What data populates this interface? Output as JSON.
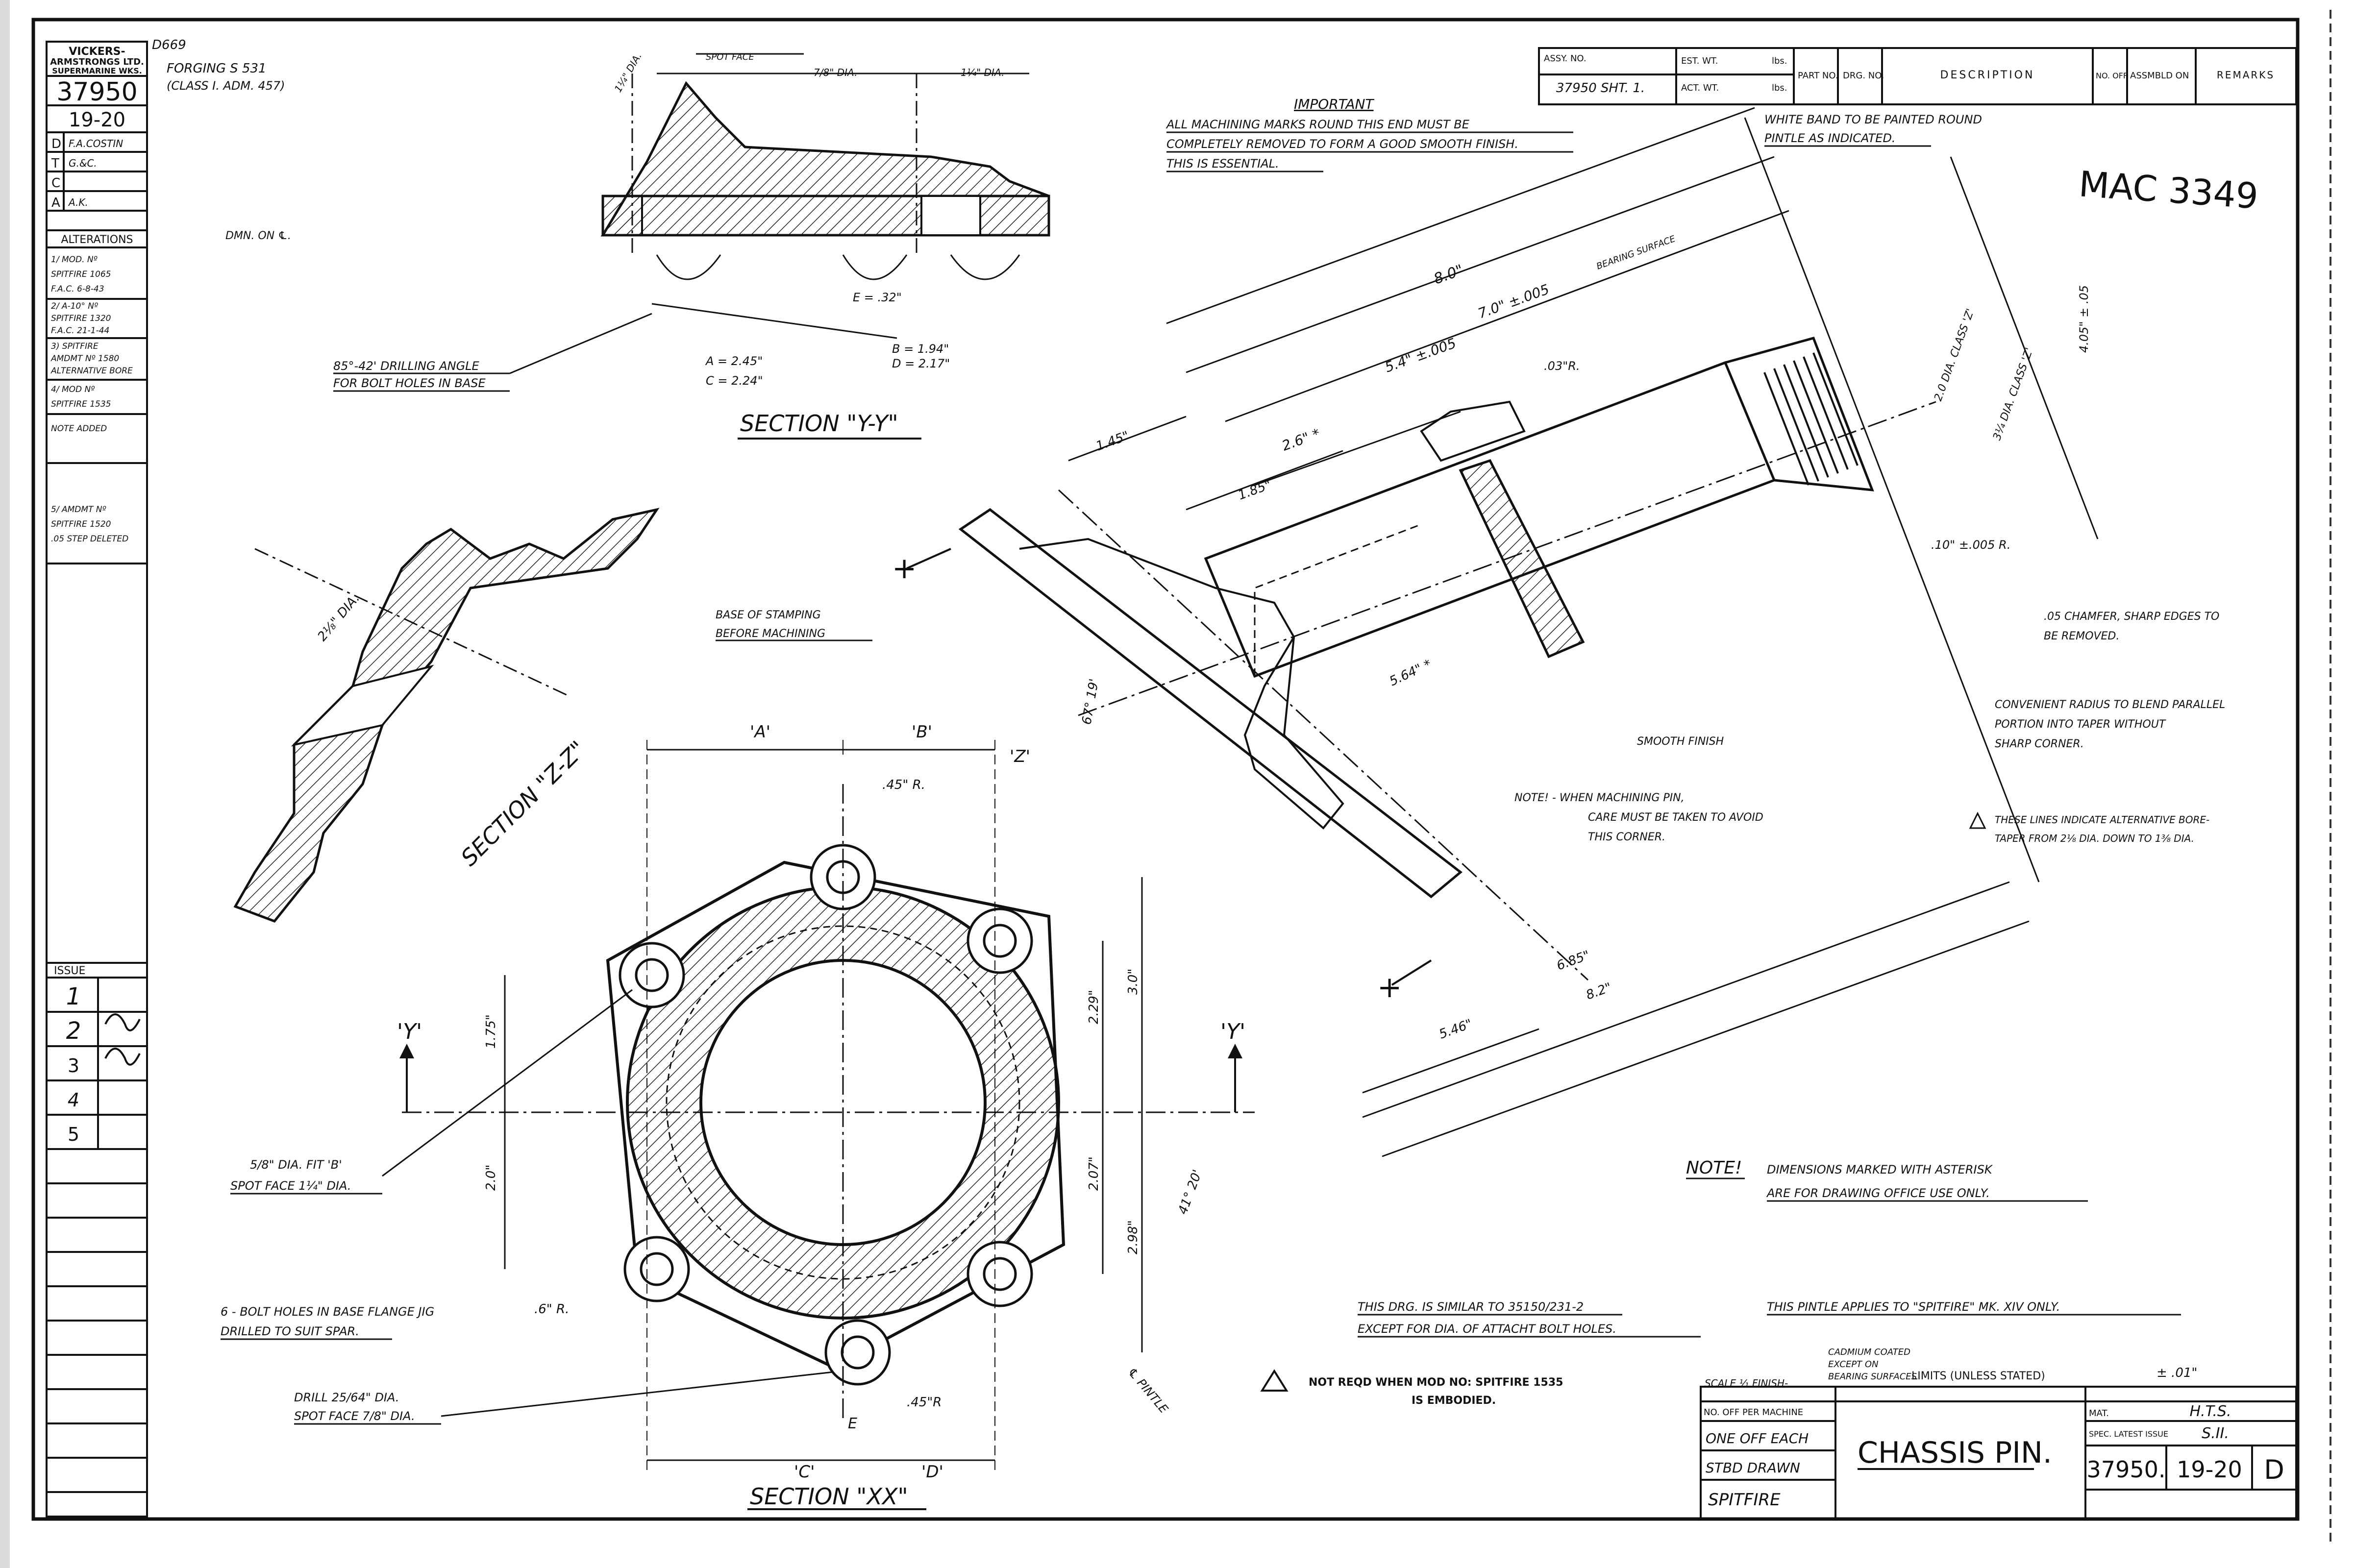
{
  "drawing_ref": "D669",
  "left_strip": {
    "company_line1": "VICKERS-",
    "company_line2": "ARMSTRONGS LTD.",
    "company_line3": "SUPERMARINE WKS.",
    "number": "37950",
    "sheet_ref": "19-20",
    "signoffs": [
      {
        "code": "D",
        "name": "F.A.COSTIN"
      },
      {
        "code": "T",
        "name": "G.&C."
      },
      {
        "code": "C",
        "name": ""
      },
      {
        "code": "A",
        "name": "A.K."
      }
    ],
    "alterations_title": "ALTERATIONS",
    "alterations": [
      {
        "line1": "1/ MOD. Nº",
        "line2": "SPITFIRE 1065",
        "line3": "F.A.C. 6-8-43"
      },
      {
        "line1": "2/ A-10° Nº",
        "line2": "SPITFIRE 1320",
        "line3": "F.A.C. 21-1-44"
      },
      {
        "line1": "3) SPITFIRE",
        "line2": "AMDMT Nº 1580",
        "line3": "ALTERNATIVE BORE"
      },
      {
        "line1": "4/ MOD Nº",
        "line2": "SPITFIRE 1535",
        "line3": "NOTE ADDED"
      },
      {
        "line1": "5/ AMDMT Nº",
        "line2": "SPITFIRE 1520",
        "line3": ".05 STEP DELETED"
      }
    ],
    "issue_title": "ISSUE",
    "issues": [
      "1",
      "2",
      "3",
      "4",
      "5"
    ]
  },
  "title_block_top": {
    "assy_no_label": "ASSY. NO.",
    "assy_no_value": "37950 SHT. 1.",
    "est_wt_label": "EST. WT.",
    "act_wt_label": "ACT. WT.",
    "lbs": "lbs.",
    "part_no": "PART NO.",
    "drg_no": "DRG. NO.",
    "description": "DESCRIPTION",
    "no_off": "NO. OFF",
    "assmbld_on": "ASSMBLD ON",
    "remarks": "REMARKS"
  },
  "handwritten_ref": "MAC 3349",
  "notes": {
    "forging": "FORGING S 531",
    "forging_class": "(CLASS I. ADM. 457)",
    "important_title": "IMPORTANT",
    "important_line1": "ALL MACHINING MARKS ROUND THIS END MUST BE",
    "important_line2": "COMPLETELY REMOVED TO FORM A GOOD SMOOTH FINISH.",
    "important_line3": "THIS IS ESSENTIAL.",
    "white_band_line1": "WHITE BAND TO BE PAINTED ROUND",
    "white_band_line2": "PINTLE AS INDICATED.",
    "drilling_angle_line1": "85°-42' DRILLING ANGLE",
    "drilling_angle_line2": "FOR BOLT HOLES IN BASE",
    "dmn": "DMN. ON ℄.",
    "base_stamping_line1": "BASE OF STAMPING",
    "base_stamping_line2": "BEFORE MACHINING",
    "chamfer_line1": ".05 CHAMFER, SHARP EDGES TO",
    "chamfer_line2": "BE REMOVED.",
    "radius_line1": "CONVENIENT RADIUS TO BLEND PARALLEL",
    "radius_line2": "PORTION INTO TAPER WITHOUT",
    "radius_line3": "SHARP CORNER.",
    "smooth_finish": "SMOOTH FINISH",
    "machining_line1": "NOTE! - WHEN MACHINING PIN,",
    "machining_line2": "CARE MUST BE TAKEN TO AVOID",
    "machining_line3": "THIS CORNER.",
    "alt_bore_line1": "THESE LINES INDICATE ALTERNATIVE BORE-",
    "alt_bore_line2": "TAPER FROM 2¹⁄₈ DIA. DOWN TO 1³⁄₈ DIA.",
    "asterisk_note_title": "NOTE!",
    "asterisk_note_line1": "DIMENSIONS MARKED WITH ASTERISK",
    "asterisk_note_line2": "ARE FOR DRAWING OFFICE USE ONLY.",
    "similar_line1": "THIS DRG. IS SIMILAR TO 35150/231-2",
    "similar_line2": "EXCEPT FOR DIA. OF ATTACHT BOLT HOLES.",
    "pintle_applies": "THIS PINTLE APPLIES TO \"SPITFIRE\" MK. XIV ONLY.",
    "spot_face_b_line1": "5/8\" DIA. FIT 'B'",
    "spot_face_b_line2": "SPOT FACE 1¹⁄₄\" DIA.",
    "bolt_holes_line1": "6 - BOLT HOLES IN BASE FLANGE JIG",
    "bolt_holes_line2": "DRILLED TO SUIT SPAR.",
    "drill_line1": "DRILL 25/64\" DIA.",
    "drill_line2": "SPOT FACE 7/8\" DIA.",
    "not_reqd_line1": "NOT REQD WHEN MOD NO: SPITFIRE 1535",
    "not_reqd_line2": "IS EMBODIED."
  },
  "section_labels": {
    "yy": "SECTION \"Y-Y\"",
    "zz": "SECTION \"Z-Z\"",
    "xx": "SECTION \"XX\""
  },
  "dimensions": {
    "spot_face": "SPOT FACE",
    "d_114": "1¹⁄₄\" DIA.",
    "d_78": "7/8\" DIA.",
    "d_114_b": "1¹⁄₄\" DIA.",
    "a_val": "A = 2.45\"",
    "c_val": "C = 2.24\"",
    "b_val": "B = 1.94\"",
    "d_val": "D = 2.17\"",
    "e_val": "E = .32\"",
    "dim_8_0": "8.0\"",
    "dim_7_0": "7.0\" ±.005",
    "dim_5_4": "5.4\" ±.005",
    "dim_2_6": "2.6\" *",
    "dim_1_85": "1.85\"",
    "dim_1_45": "1.45\"",
    "dim_03r": ".03\"R.",
    "dim_10r": ".10\" ±.005 R.",
    "dim_5_64": "5.64\" *",
    "dim_6_85": "6.85\"",
    "dim_8_2": "8.2\"",
    "dim_5_46": "5.46\"",
    "dim_4_05": "4.05\" ± .05",
    "dim_67": "67° 19'",
    "dim_45r_top": ".45\" R.",
    "dim_45r_bot": ".45\"R",
    "dim_6r": ".6\" R.",
    "dim_1_75": "1.75\"",
    "dim_2_0": "2.0\"",
    "dim_2_29": "2.29\"",
    "dim_2_07": "2.07\"",
    "dim_3_0": "3.0\"",
    "dim_2_98": "2.98\"",
    "dim_41_20": "41° 20'",
    "dim_2_18": "2¹⁄₈\" DIA.",
    "bearing_surface": "BEARING SURFACE",
    "dia_class": "3¹⁄₄ DIA. CLASS 'Z'",
    "dia_20": "2.0 DIA. CLASS 'Z'",
    "y_label": "'Y'",
    "z_label": "'Z'",
    "a_label": "'A'",
    "b_label": "'B'",
    "c_label": "'C'",
    "d_label": "'D'",
    "e_label": "E",
    "pintle": "℄ PINTLE"
  },
  "title_block_bottom": {
    "scale": "SCALE ¹⁄₁",
    "finish": "FINISH-",
    "finish_value_line1": "CADMIUM COATED",
    "finish_value_line2": "EXCEPT ON",
    "finish_value_line3": "BEARING SURFACES",
    "limits": "LIMITS (UNLESS STATED)",
    "limits_value": "± .01\"",
    "no_off_per_machine": "NO. OFF PER MACHINE",
    "one_off_each": "ONE OFF EACH",
    "stbd_drawn": "STBD DRAWN",
    "machine": "SPITFIRE",
    "title": "CHASSIS PIN.",
    "mat_label": "MAT.",
    "mat_value": "H.T.S.",
    "spec_label": "SPEC. LATEST ISSUE",
    "spec_value": "S.II.",
    "drawing_no": "37950.",
    "sheet": "19-20",
    "issue_letter": "D"
  }
}
